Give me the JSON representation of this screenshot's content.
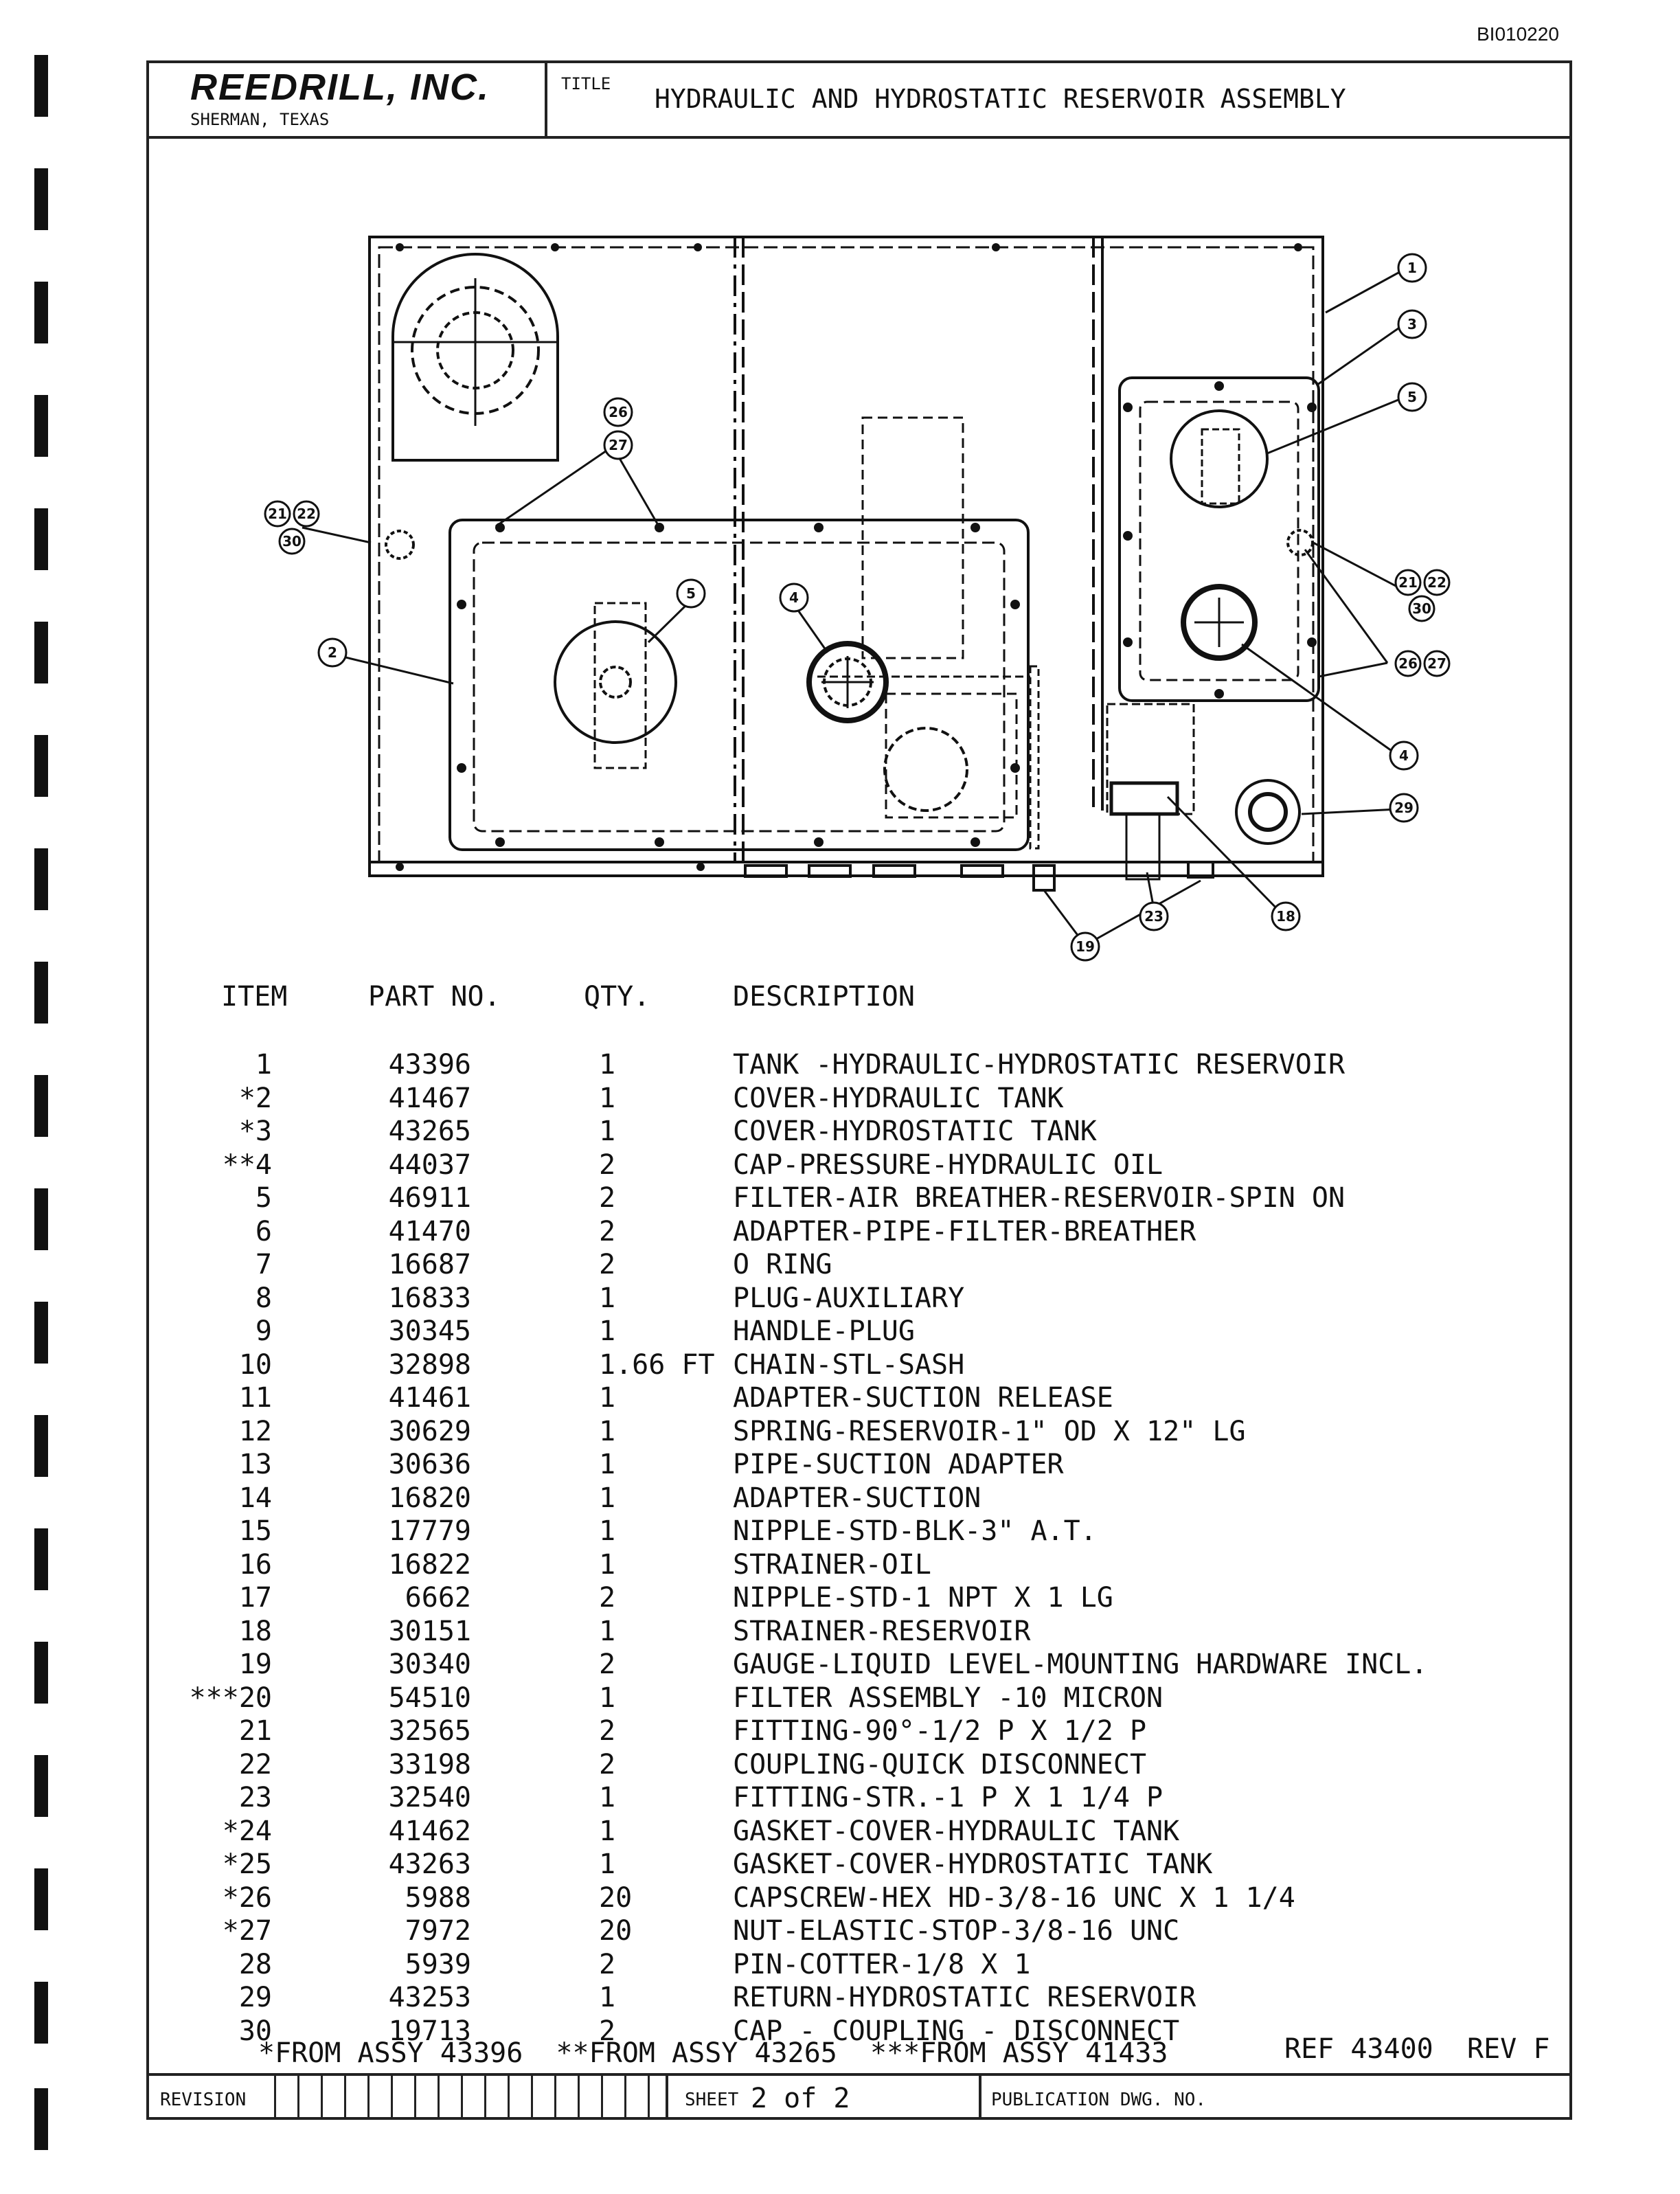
{
  "document_id": "BI010220",
  "company": {
    "name": "REEDRILL, INC.",
    "location": "SHERMAN, TEXAS"
  },
  "title_label": "TITLE",
  "title": "HYDRAULIC AND HYDROSTATIC RESERVOIR ASSEMBLY",
  "callouts": [
    "1",
    "3",
    "5",
    "26",
    "27",
    "21",
    "22",
    "30",
    "2",
    "5",
    "4",
    "21",
    "22",
    "30",
    "26",
    "27",
    "4",
    "29",
    "18",
    "23",
    "19"
  ],
  "table": {
    "headers": {
      "item": "ITEM",
      "part": "PART NO.",
      "qty": "QTY.",
      "desc": "DESCRIPTION"
    },
    "rows": [
      {
        "item": "1",
        "part": "43396",
        "qty": "1",
        "desc": "TANK -HYDRAULIC-HYDROSTATIC RESERVOIR"
      },
      {
        "item": "*2",
        "part": "41467",
        "qty": "1",
        "desc": "COVER-HYDRAULIC TANK"
      },
      {
        "item": "*3",
        "part": "43265",
        "qty": "1",
        "desc": "COVER-HYDROSTATIC TANK"
      },
      {
        "item": "**4",
        "part": "44037",
        "qty": "2",
        "desc": "CAP-PRESSURE-HYDRAULIC OIL"
      },
      {
        "item": "5",
        "part": "46911",
        "qty": "2",
        "desc": "FILTER-AIR BREATHER-RESERVOIR-SPIN ON"
      },
      {
        "item": "6",
        "part": "41470",
        "qty": "2",
        "desc": "ADAPTER-PIPE-FILTER-BREATHER"
      },
      {
        "item": "7",
        "part": "16687",
        "qty": "2",
        "desc": "O RING"
      },
      {
        "item": "8",
        "part": "16833",
        "qty": "1",
        "desc": "PLUG-AUXILIARY"
      },
      {
        "item": "9",
        "part": "30345",
        "qty": "1",
        "desc": "HANDLE-PLUG"
      },
      {
        "item": "10",
        "part": "32898",
        "qty": "1.66 FT",
        "desc": "CHAIN-STL-SASH"
      },
      {
        "item": "11",
        "part": "41461",
        "qty": "1",
        "desc": "ADAPTER-SUCTION RELEASE"
      },
      {
        "item": "12",
        "part": "30629",
        "qty": "1",
        "desc": "SPRING-RESERVOIR-1\" OD X 12\" LG"
      },
      {
        "item": "13",
        "part": "30636",
        "qty": "1",
        "desc": "PIPE-SUCTION ADAPTER"
      },
      {
        "item": "14",
        "part": "16820",
        "qty": "1",
        "desc": "ADAPTER-SUCTION"
      },
      {
        "item": "15",
        "part": "17779",
        "qty": "1",
        "desc": "NIPPLE-STD-BLK-3\" A.T."
      },
      {
        "item": "16",
        "part": "16822",
        "qty": "1",
        "desc": "STRAINER-OIL"
      },
      {
        "item": "17",
        "part": "6662",
        "qty": "2",
        "desc": "NIPPLE-STD-1 NPT X 1 LG"
      },
      {
        "item": "18",
        "part": "30151",
        "qty": "1",
        "desc": "STRAINER-RESERVOIR"
      },
      {
        "item": "19",
        "part": "30340",
        "qty": "2",
        "desc": "GAUGE-LIQUID LEVEL-MOUNTING HARDWARE INCL."
      },
      {
        "item": "***20",
        "part": "54510",
        "qty": "1",
        "desc": "FILTER ASSEMBLY -10 MICRON"
      },
      {
        "item": "21",
        "part": "32565",
        "qty": "2",
        "desc": "FITTING-90°-1/2 P X 1/2 P"
      },
      {
        "item": "22",
        "part": "33198",
        "qty": "2",
        "desc": "COUPLING-QUICK DISCONNECT"
      },
      {
        "item": "23",
        "part": "32540",
        "qty": "1",
        "desc": "FITTING-STR.-1 P X 1 1/4 P"
      },
      {
        "item": "*24",
        "part": "41462",
        "qty": "1",
        "desc": "GASKET-COVER-HYDRAULIC TANK"
      },
      {
        "item": "*25",
        "part": "43263",
        "qty": "1",
        "desc": "GASKET-COVER-HYDROSTATIC TANK"
      },
      {
        "item": "*26",
        "part": "5988",
        "qty": "20",
        "desc": "CAPSCREW-HEX HD-3/8-16 UNC X 1 1/4"
      },
      {
        "item": "*27",
        "part": "7972",
        "qty": "20",
        "desc": "NUT-ELASTIC-STOP-3/8-16 UNC"
      },
      {
        "item": "28",
        "part": "5939",
        "qty": "2",
        "desc": "PIN-COTTER-1/8 X 1"
      },
      {
        "item": "29",
        "part": "43253",
        "qty": "1",
        "desc": "RETURN-HYDROSTATIC RESERVOIR"
      },
      {
        "item": "30",
        "part": "19713",
        "qty": "2",
        "desc": "CAP - COUPLING - DISCONNECT"
      }
    ]
  },
  "footnote": "*FROM ASSY 43396  **FROM ASSY 43265  ***FROM ASSY 41433",
  "ref": "REF 43400",
  "rev": "REV F",
  "revision_label": "REVISION",
  "sheet_label": "SHEET",
  "sheet_value": "2 of 2",
  "publication_label": "PUBLICATION DWG. NO."
}
